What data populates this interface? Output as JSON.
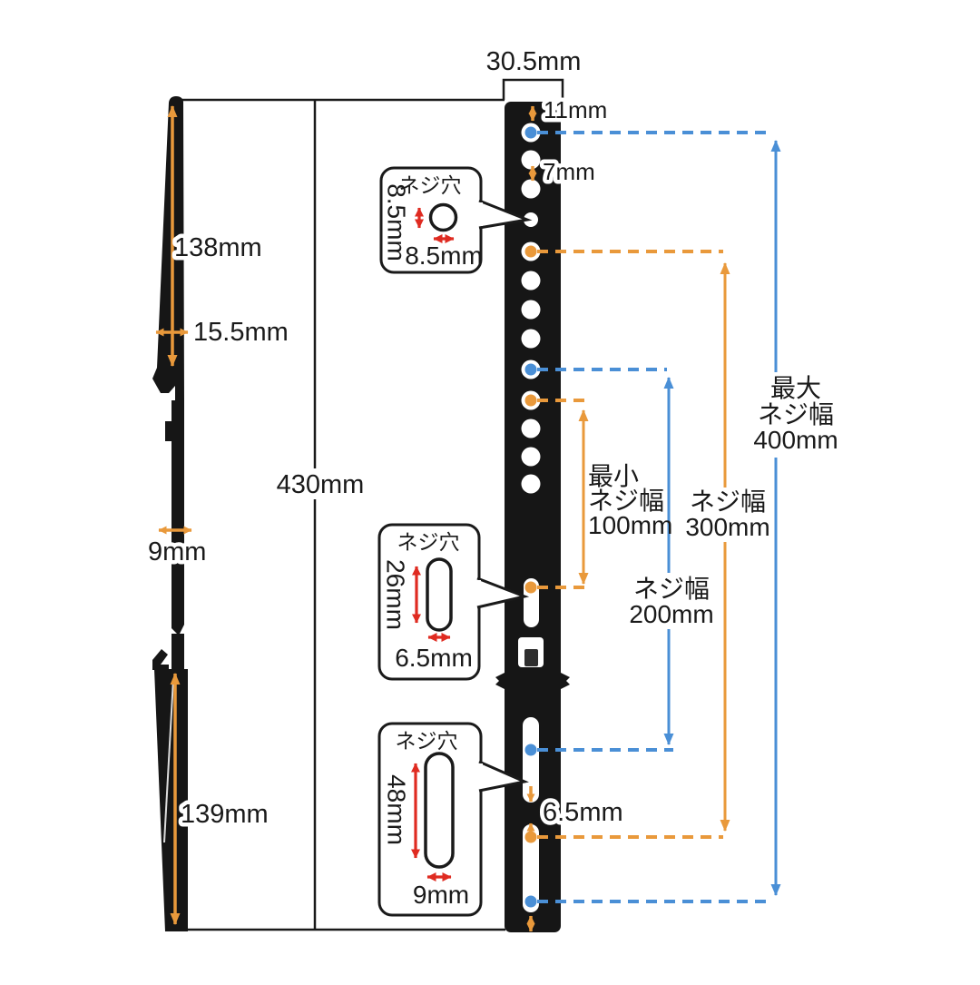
{
  "diagram": {
    "side_view": {
      "upper_blade_height": "138mm",
      "upper_depth": "15.5mm",
      "total_height": "430mm",
      "mid_depth": "9mm",
      "lower_blade_height": "139mm"
    },
    "front_view": {
      "bar_width": "30.5mm",
      "top_edge_to_hole": "11mm",
      "hole_gap": "7mm",
      "slot_gap": "6.5mm"
    },
    "callouts": {
      "top": {
        "title": "ネジ穴",
        "v": "8.5mm",
        "h": "8.5mm"
      },
      "middle": {
        "title": "ネジ穴",
        "v": "26mm",
        "h": "6.5mm"
      },
      "bottom": {
        "title": "ネジ穴",
        "v": "48mm",
        "h": "9mm"
      }
    },
    "widths": {
      "w100": {
        "l1": "最小",
        "l2": "ネジ幅",
        "l3": "100mm"
      },
      "w200": {
        "l1": "ネジ幅",
        "l2": "200mm"
      },
      "w300": {
        "l1": "ネジ幅",
        "l2": "300mm"
      },
      "w400": {
        "l1": "最大",
        "l2": "ネジ幅",
        "l3": "400mm"
      }
    },
    "colors": {
      "orange": "#E9993B",
      "blue": "#4A8FD6",
      "red": "#DF2B21",
      "bracket_black": "#161616"
    }
  }
}
